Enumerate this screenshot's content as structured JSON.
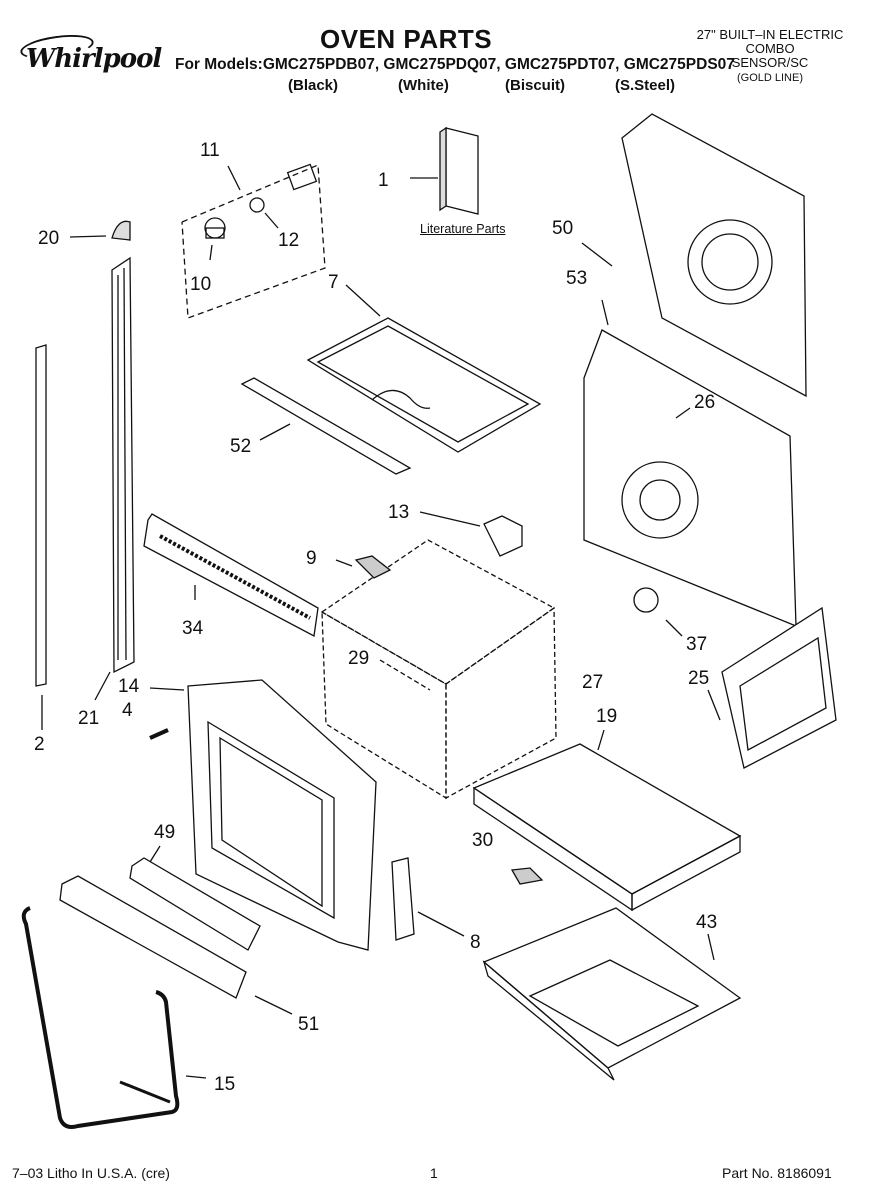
{
  "header": {
    "brand": "Whirlpool",
    "title": "OVEN PARTS",
    "models_line": "For Models:GMC275PDB07, GMC275PDQ07, GMC275PDT07, GMC275PDS07",
    "finishes": [
      "(Black)",
      "(White)",
      "(Biscuit)",
      "(S.Steel)"
    ],
    "product_type_line1": "27\" BUILT–IN ELECTRIC",
    "product_type_line2": "COMBO",
    "product_type_line3": "SENSOR/SC",
    "product_type_line4": "(GOLD LINE)"
  },
  "diagram": {
    "literature_label": "Literature Parts",
    "callouts": [
      "1",
      "2",
      "4",
      "7",
      "8",
      "9",
      "10",
      "11",
      "12",
      "13",
      "14",
      "15",
      "19",
      "20",
      "21",
      "25",
      "26",
      "27",
      "29",
      "30",
      "34",
      "37",
      "43",
      "49",
      "50",
      "51",
      "52",
      "53"
    ]
  },
  "footer": {
    "left": "7–03 Litho In U.S.A. (cre)",
    "center": "1",
    "right": "Part No. 8186091"
  }
}
